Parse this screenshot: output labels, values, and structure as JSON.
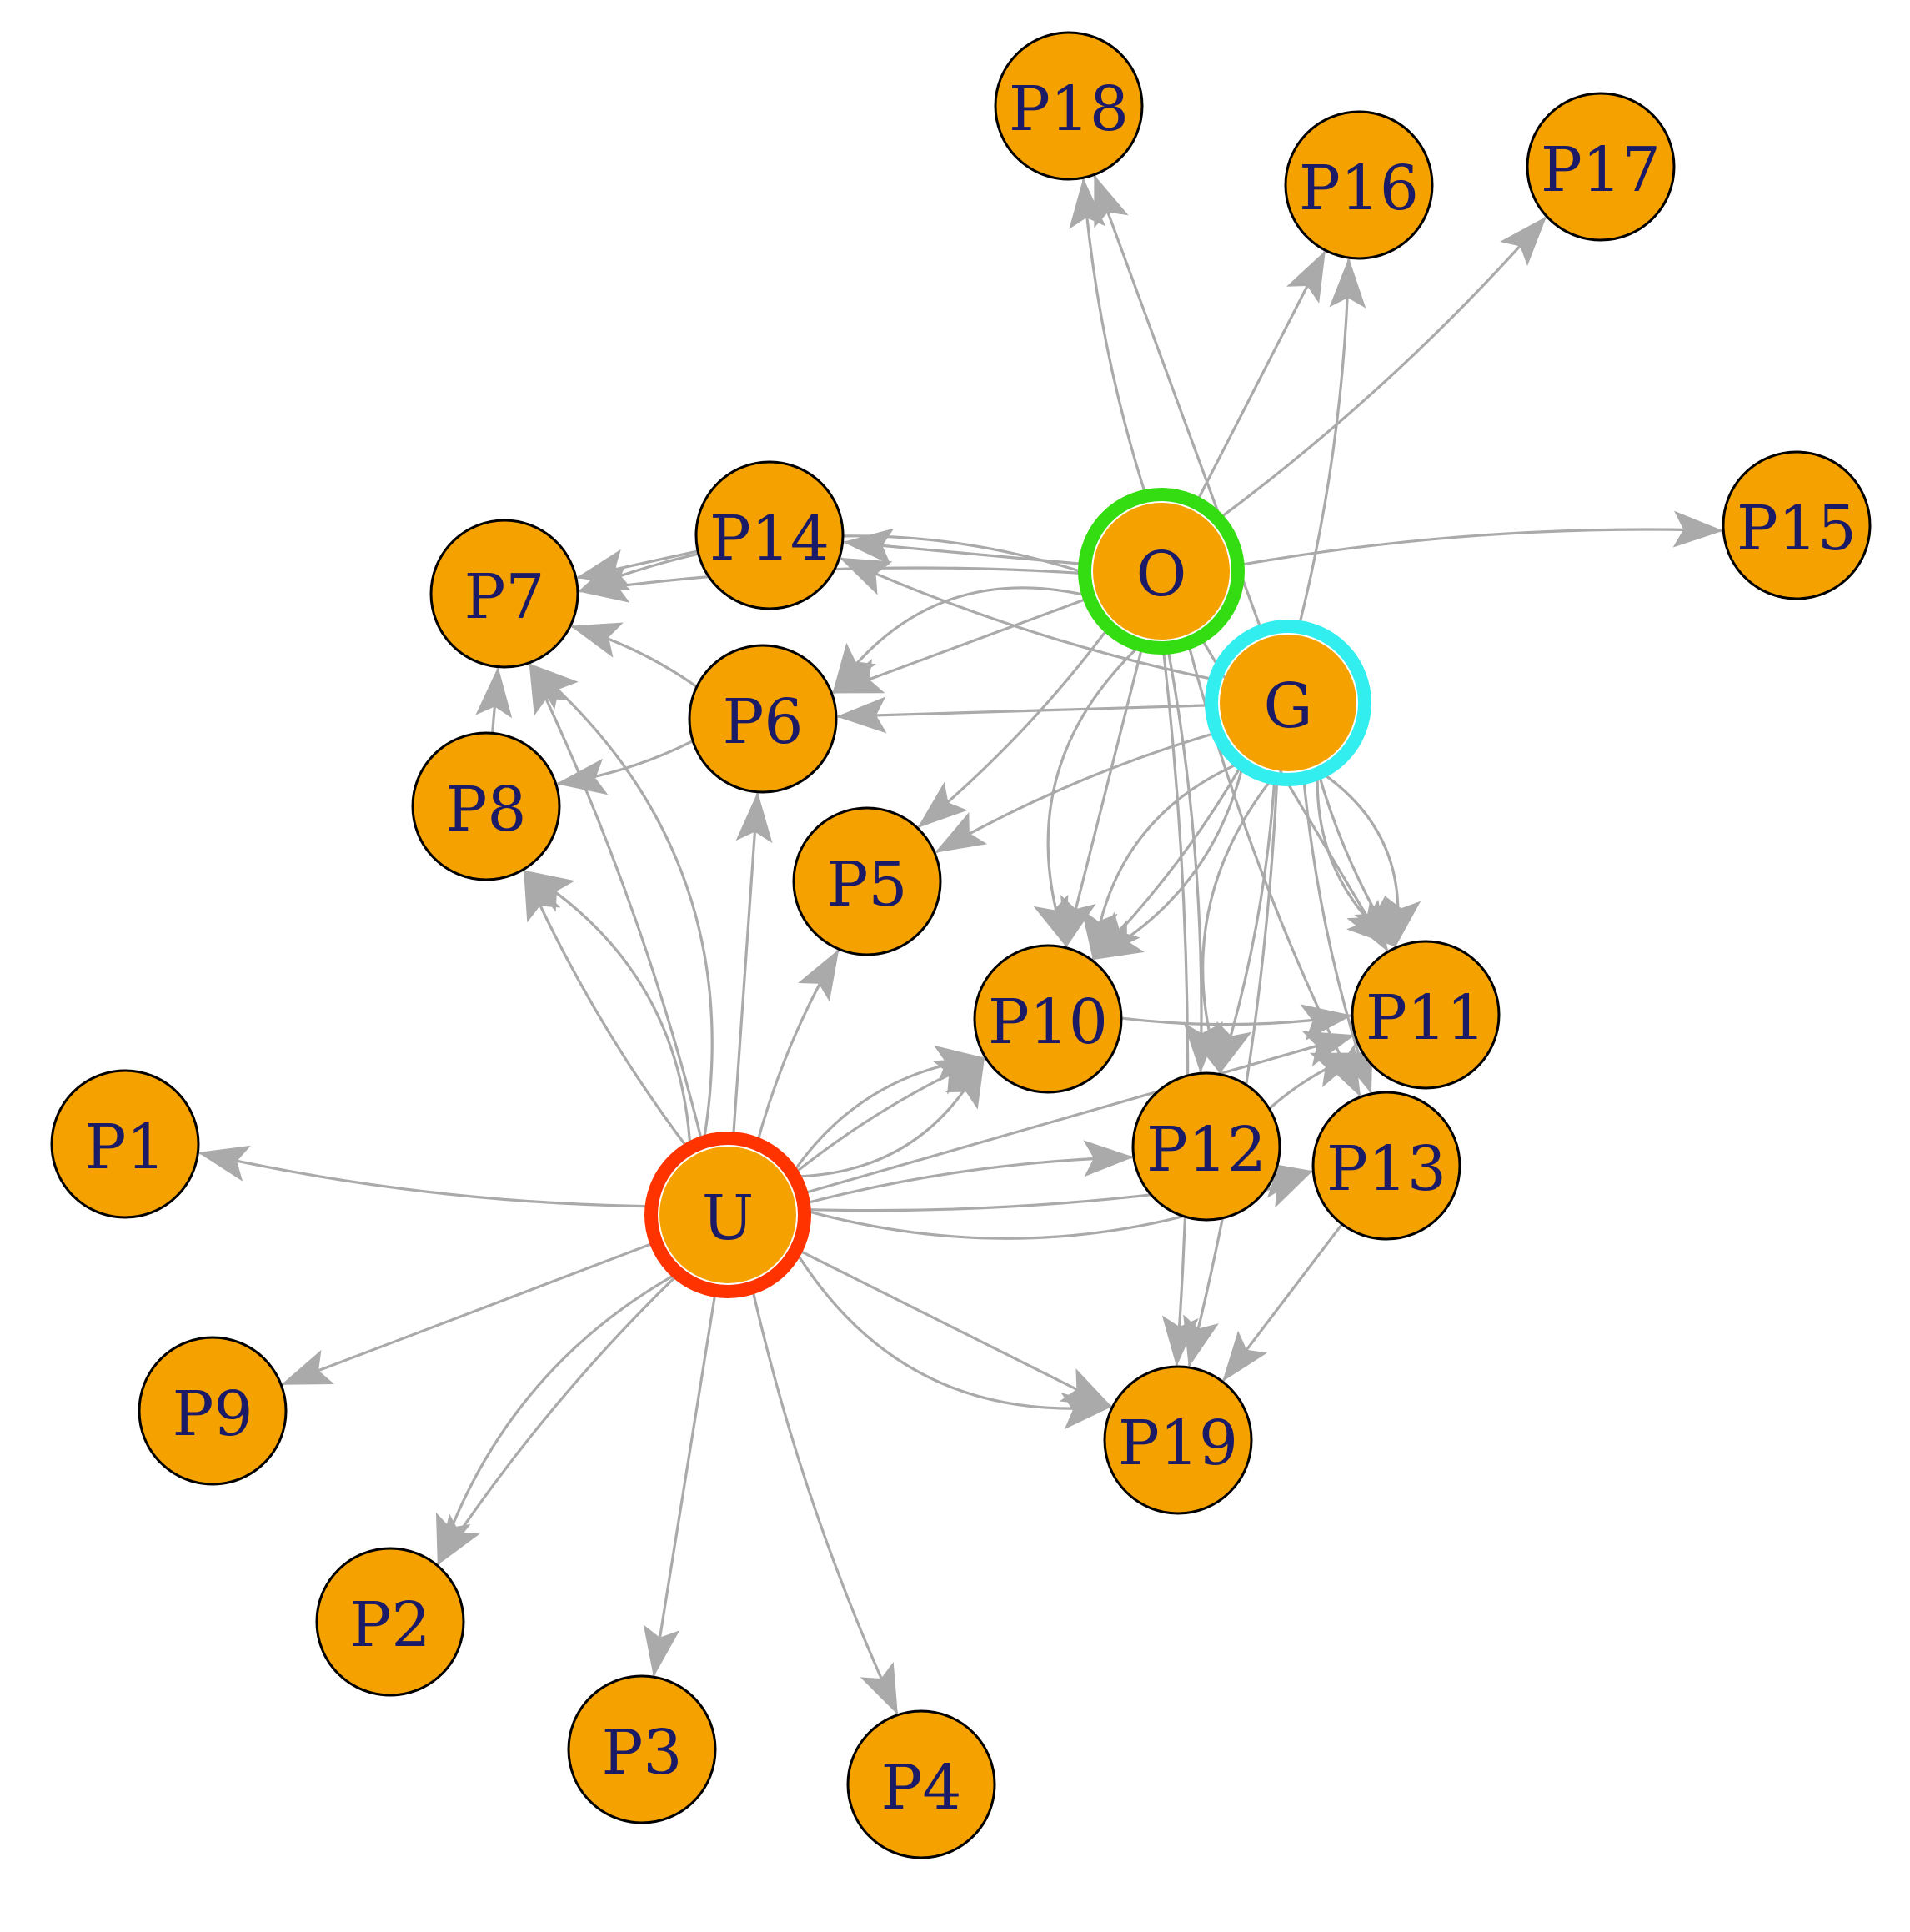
{
  "diagram": {
    "type": "directed-network",
    "colors": {
      "node_fill": "#f5a100",
      "node_stroke": "#000000",
      "label": "#1a1a66",
      "edge": "#aaaaaa",
      "ring_U": "#ff3300",
      "ring_O": "#33dd11",
      "ring_G": "#33eeee"
    },
    "nodes": [
      {
        "id": "U",
        "label": "U",
        "ring": "ring_U"
      },
      {
        "id": "O",
        "label": "O",
        "ring": "ring_O"
      },
      {
        "id": "G",
        "label": "G",
        "ring": "ring_G"
      },
      {
        "id": "P1",
        "label": "P1"
      },
      {
        "id": "P2",
        "label": "P2"
      },
      {
        "id": "P3",
        "label": "P3"
      },
      {
        "id": "P4",
        "label": "P4"
      },
      {
        "id": "P5",
        "label": "P5"
      },
      {
        "id": "P6",
        "label": "P6"
      },
      {
        "id": "P7",
        "label": "P7"
      },
      {
        "id": "P8",
        "label": "P8"
      },
      {
        "id": "P9",
        "label": "P9"
      },
      {
        "id": "P10",
        "label": "P10"
      },
      {
        "id": "P11",
        "label": "P11"
      },
      {
        "id": "P12",
        "label": "P12"
      },
      {
        "id": "P13",
        "label": "P13"
      },
      {
        "id": "P14",
        "label": "P14"
      },
      {
        "id": "P15",
        "label": "P15"
      },
      {
        "id": "P16",
        "label": "P16"
      },
      {
        "id": "P17",
        "label": "P17"
      },
      {
        "id": "P18",
        "label": "P18"
      },
      {
        "id": "P19",
        "label": "P19"
      }
    ],
    "edges": [
      {
        "from": "U",
        "to": "P1"
      },
      {
        "from": "U",
        "to": "P9"
      },
      {
        "from": "U",
        "to": "P2"
      },
      {
        "from": "U",
        "to": "P2"
      },
      {
        "from": "U",
        "to": "P3"
      },
      {
        "from": "U",
        "to": "P4"
      },
      {
        "from": "U",
        "to": "P5"
      },
      {
        "from": "U",
        "to": "P6"
      },
      {
        "from": "U",
        "to": "P7"
      },
      {
        "from": "U",
        "to": "P8"
      },
      {
        "from": "U",
        "to": "P8"
      },
      {
        "from": "U",
        "to": "P7"
      },
      {
        "from": "U",
        "to": "P10"
      },
      {
        "from": "U",
        "to": "P10"
      },
      {
        "from": "U",
        "to": "P10"
      },
      {
        "from": "U",
        "to": "P12"
      },
      {
        "from": "U",
        "to": "P11"
      },
      {
        "from": "U",
        "to": "P13"
      },
      {
        "from": "U",
        "to": "P13"
      },
      {
        "from": "U",
        "to": "P19"
      },
      {
        "from": "U",
        "to": "P19"
      },
      {
        "from": "O",
        "to": "P18"
      },
      {
        "from": "O",
        "to": "P16"
      },
      {
        "from": "O",
        "to": "P17"
      },
      {
        "from": "O",
        "to": "P15"
      },
      {
        "from": "O",
        "to": "P14"
      },
      {
        "from": "O",
        "to": "P7"
      },
      {
        "from": "O",
        "to": "P7"
      },
      {
        "from": "O",
        "to": "P6"
      },
      {
        "from": "O",
        "to": "P6"
      },
      {
        "from": "O",
        "to": "P5"
      },
      {
        "from": "O",
        "to": "P10"
      },
      {
        "from": "O",
        "to": "P10"
      },
      {
        "from": "O",
        "to": "P12"
      },
      {
        "from": "O",
        "to": "P11"
      },
      {
        "from": "O",
        "to": "P13"
      },
      {
        "from": "O",
        "to": "P19"
      },
      {
        "from": "G",
        "to": "P18"
      },
      {
        "from": "G",
        "to": "P16"
      },
      {
        "from": "G",
        "to": "P14"
      },
      {
        "from": "G",
        "to": "P6"
      },
      {
        "from": "G",
        "to": "P5"
      },
      {
        "from": "G",
        "to": "P10"
      },
      {
        "from": "G",
        "to": "P10"
      },
      {
        "from": "G",
        "to": "P10"
      },
      {
        "from": "G",
        "to": "P12"
      },
      {
        "from": "G",
        "to": "P12"
      },
      {
        "from": "G",
        "to": "P11"
      },
      {
        "from": "G",
        "to": "P11"
      },
      {
        "from": "G",
        "to": "P11"
      },
      {
        "from": "G",
        "to": "P13"
      },
      {
        "from": "G",
        "to": "P19"
      },
      {
        "from": "P14",
        "to": "P7"
      },
      {
        "from": "P6",
        "to": "P7"
      },
      {
        "from": "P6",
        "to": "P8"
      },
      {
        "from": "P8",
        "to": "P7"
      },
      {
        "from": "P10",
        "to": "P11"
      },
      {
        "from": "P12",
        "to": "P11"
      },
      {
        "from": "P13",
        "to": "P19"
      }
    ]
  }
}
